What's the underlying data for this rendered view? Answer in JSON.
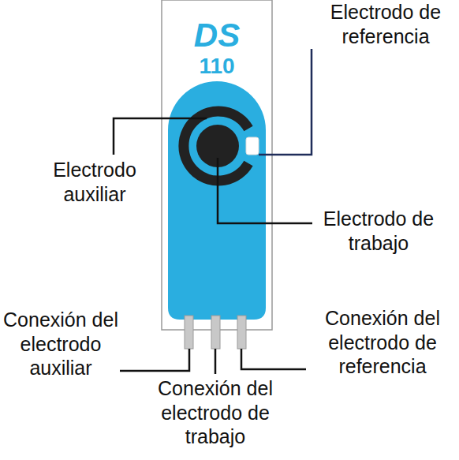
{
  "diagram": {
    "labels": [
      "DS",
      "110",
      "Electrodo de referencia",
      "Electrodo auxiliar",
      "Electrodo de trabajo",
      "Conexión del electrodo auxiliar",
      "Conexión del electrodo de trabajo",
      "Conexión del electrodo de referencia"
    ]
  }
}
